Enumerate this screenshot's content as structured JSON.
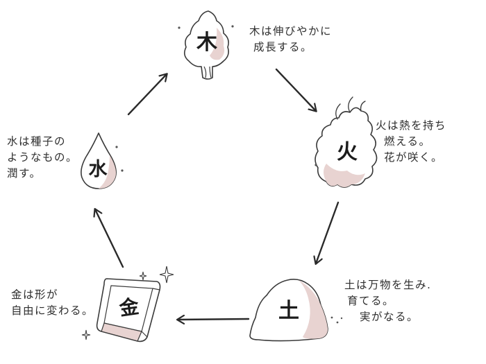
{
  "elements": {
    "wood": {
      "char": "木",
      "lines": [
        "木は伸びやかに",
        "成長する。"
      ]
    },
    "fire": {
      "char": "火",
      "lines": [
        "火は熱を持ち",
        "燃える。",
        "花が咲く。"
      ]
    },
    "earth": {
      "char": "土",
      "lines": [
        "土は万物を生み.",
        "育てる。",
        "実がなる。"
      ]
    },
    "metal": {
      "char": "金",
      "lines": [
        "金は形が",
        "自由に変わる。"
      ]
    },
    "water": {
      "char": "水",
      "lines": [
        "水は種子の",
        "ようなもの。",
        "潤す。"
      ]
    }
  },
  "colors": {
    "ink": "#2a2a2a",
    "shade": "#e8d3d1",
    "fill": "#ffffff"
  }
}
